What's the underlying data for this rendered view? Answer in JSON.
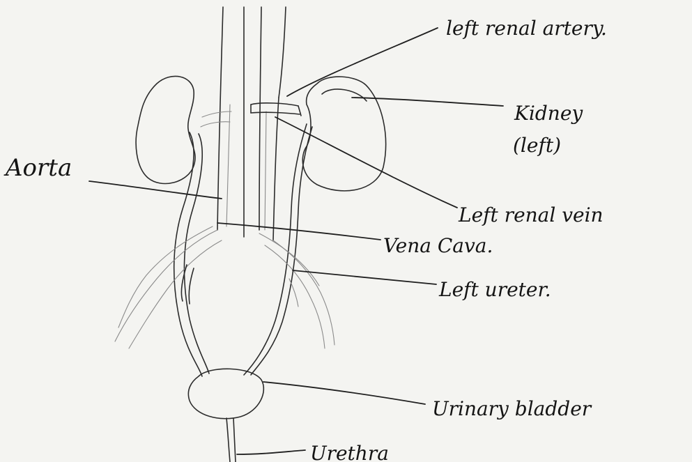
{
  "labels": {
    "left_renal_artery": "left renal artery.",
    "kidney_line1": "Kidney",
    "kidney_line2": "(left)",
    "aorta": "Aorta",
    "left_renal_vein": "Left renal vein",
    "vena_cava": "Vena Cava.",
    "left_ureter": "Left ureter.",
    "urinary_bladder": "Urinary bladder",
    "urethra": "Urethra"
  },
  "colors": {
    "paper": "#f4f4f1",
    "ink": "#1f1f1f",
    "pencil": "#8a8a8a"
  }
}
